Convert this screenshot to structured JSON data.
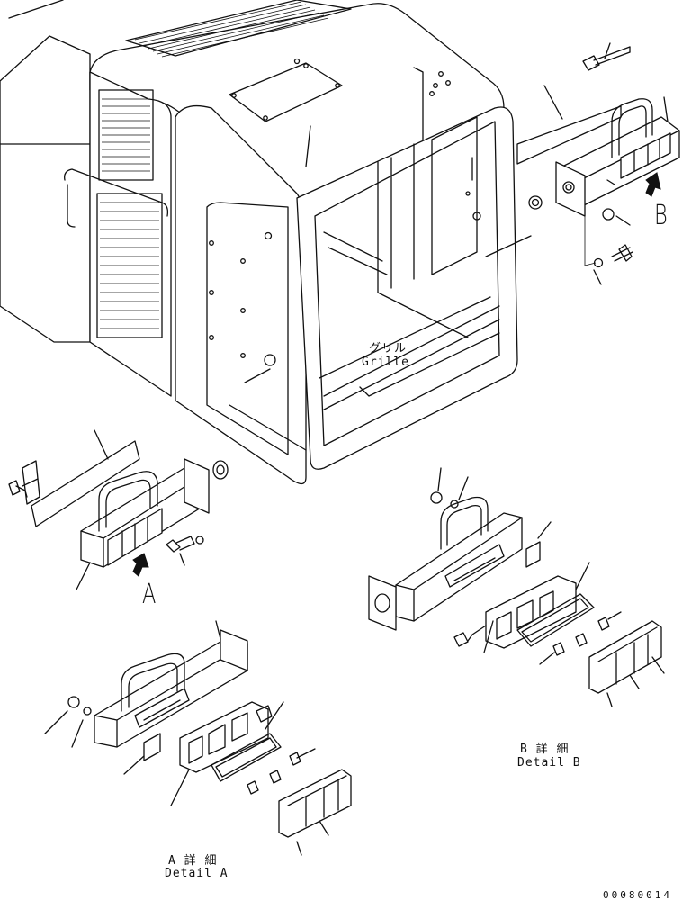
{
  "labels": {
    "grille_jp": "グリル",
    "grille_en": "Grille",
    "view_a": "A",
    "view_b": "B",
    "detail_b_jp": "B 詳 細",
    "detail_b_en": "Detail B",
    "detail_a_jp": "A 詳 細",
    "detail_a_en": "Detail A",
    "drawing_number": "00080014"
  },
  "colors": {
    "line": "#111111",
    "background": "#ffffff"
  }
}
